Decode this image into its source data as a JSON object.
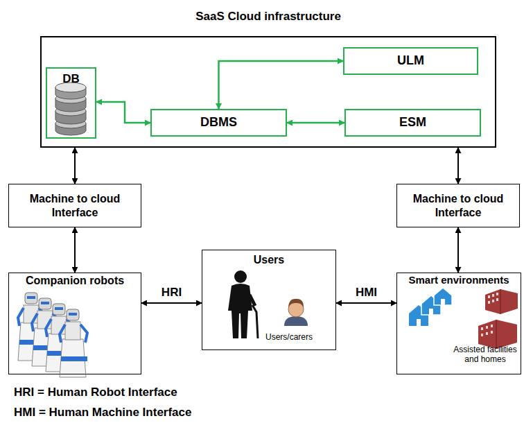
{
  "diagram": {
    "nodes": [
      {
        "text": [
          "SaaS Cloud infrastructure"
        ]
      },
      {
        "text": [
          "DB"
        ],
        "in": 0
      },
      {
        "text": [
          "ULM"
        ],
        "in": 0
      },
      {
        "text": [
          "DBMS"
        ],
        "in": 0
      },
      {
        "text": [
          "ESM"
        ],
        "in": 0
      },
      {
        "text": [
          "Machine to cloud Interface"
        ]
      },
      {
        "text": [
          "Machine to cloud Interface"
        ]
      },
      {
        "text": [
          "Companion robots"
        ]
      },
      {
        "text": [
          "Users",
          "Users/carers"
        ]
      },
      {
        "text": [
          "Smart environments",
          "Assisted facilities and homes"
        ]
      }
    ],
    "edges": [
      {
        "from": 1,
        "to": 3,
        "arrow": "both"
      },
      {
        "from": 2,
        "to": 3,
        "arrow": "both"
      },
      {
        "from": 3,
        "to": 4,
        "arrow": "both"
      },
      {
        "from": 0,
        "to": 5,
        "arrow": "both"
      },
      {
        "from": 5,
        "to": 7,
        "arrow": "both"
      },
      {
        "from": 0,
        "to": 6,
        "arrow": "both"
      },
      {
        "from": 6,
        "to": 9,
        "arrow": "both"
      },
      {
        "from": 7,
        "to": 8,
        "label": "HRI",
        "arrow": "both"
      },
      {
        "from": 8,
        "to": 9,
        "label": "HMI",
        "arrow": "both"
      }
    ],
    "labels": [
      "HRI = Human Robot Interface",
      "HMI = Human Machine Interface"
    ]
  }
}
